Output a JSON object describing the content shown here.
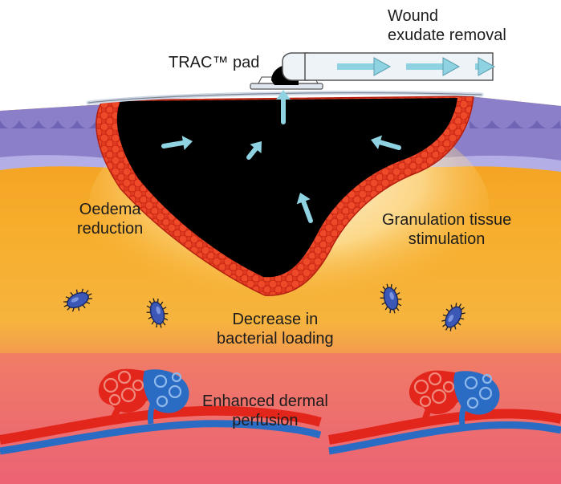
{
  "labels": {
    "wound_exudate_line1": "Wound",
    "wound_exudate_line2": "exudate removal",
    "trac_pad": "TRAC™ pad",
    "oedema_line1": "Oedema",
    "oedema_line2": "reduction",
    "granulation_line1": "Granulation tissue",
    "granulation_line2": "stimulation",
    "bacterial_line1": "Decrease in",
    "bacterial_line2": "bacterial loading",
    "perfusion_line1": "Enhanced dermal",
    "perfusion_line2": "perfusion"
  },
  "colors": {
    "epidermis": "#8a7fc8",
    "tissue_orange": "#f5a21e",
    "dermis_pink": "#ec6777",
    "foam": "#000000",
    "granulation": "#e2361c",
    "arrow": "#8fd3e3",
    "bacteria": "#3b58b6",
    "artery": "#e2261c",
    "vein": "#2a6cc4"
  }
}
